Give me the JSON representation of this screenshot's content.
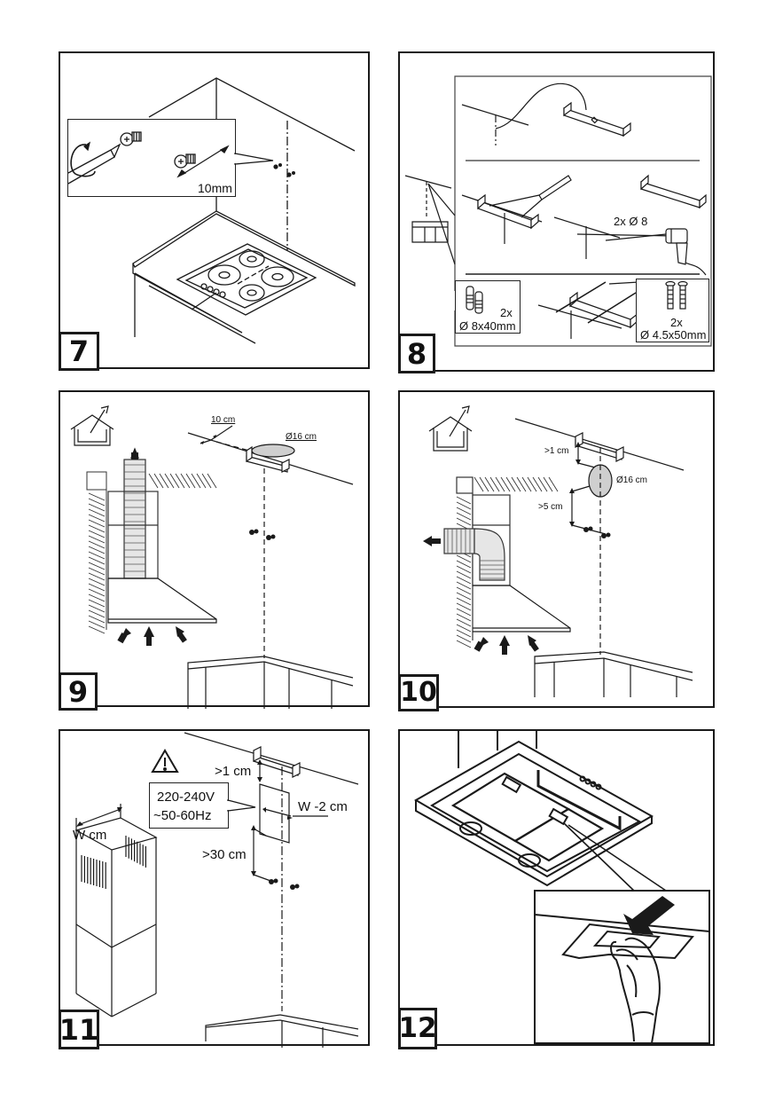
{
  "document": {
    "type": "installation-manual-page",
    "subject": "cooker hood installation steps",
    "colors": {
      "line": "#1a1a1a",
      "fill_grey": "#cfcfcf",
      "paper": "#ffffff"
    }
  },
  "steps": [
    {
      "number": "7",
      "labels": {
        "screw_depth": "10mm"
      },
      "icons": [
        "screwdriver-icon",
        "screw-icon",
        "hob-icon"
      ]
    },
    {
      "number": "8",
      "labels": {
        "drill": "2x Ø 8",
        "plugs_qty": "2x",
        "plugs_size": "Ø 8x40mm",
        "screws_qty": "2x",
        "screws_size": "Ø 4.5x50mm"
      },
      "icons": [
        "bracket-icon",
        "pencil-icon",
        "drill-icon",
        "wall-plug-icon",
        "screw-icon"
      ]
    },
    {
      "number": "9",
      "labels": {
        "offset": "10 cm",
        "duct_diameter": "Ø16 cm"
      },
      "icons": [
        "house-vent-icon",
        "airflow-arrow-icon",
        "bracket-icon"
      ]
    },
    {
      "number": "10",
      "labels": {
        "gap_top": ">1 cm",
        "duct_diameter": "Ø16 cm",
        "gap_bottom": ">5 cm"
      },
      "icons": [
        "house-vent-icon",
        "airflow-arrow-icon",
        "bracket-icon"
      ]
    },
    {
      "number": "11",
      "labels": {
        "gap_top": ">1 cm",
        "voltage": "220-240V",
        "frequency": "~50-60Hz",
        "socket_width": "W -2 cm",
        "gap_bottom": ">30 cm",
        "chimney_width": "W cm"
      },
      "icons": [
        "warning-icon",
        "chimney-icon",
        "bracket-icon"
      ]
    },
    {
      "number": "12",
      "labels": {},
      "icons": [
        "hood-icon",
        "hand-icon",
        "push-arrow-icon"
      ]
    }
  ]
}
